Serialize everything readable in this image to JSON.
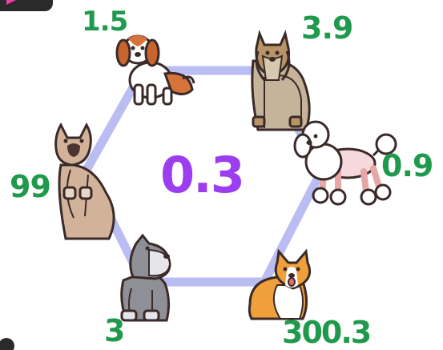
{
  "puzzle": {
    "center_value": "0.3",
    "corner_values": {
      "top_left": "1.5",
      "top_right": "3.9",
      "right": "0.9",
      "bottom_right": "300.3",
      "bottom_left": "3",
      "left": "99"
    },
    "dogs": {
      "top_left": "cavalier-king-charles-spaniel",
      "top_right": "yorkshire-terrier",
      "right": "poodle",
      "bottom_right": "corgi",
      "bottom_left": "schnauzer",
      "left": "french-bulldog"
    }
  },
  "colors": {
    "hexagon": "#b9bdf2",
    "number_text": "#1f9a4c",
    "center_text": "#9c3df0",
    "top_badge": "#2a2a2a",
    "badge_accent": "#f23ca6"
  }
}
